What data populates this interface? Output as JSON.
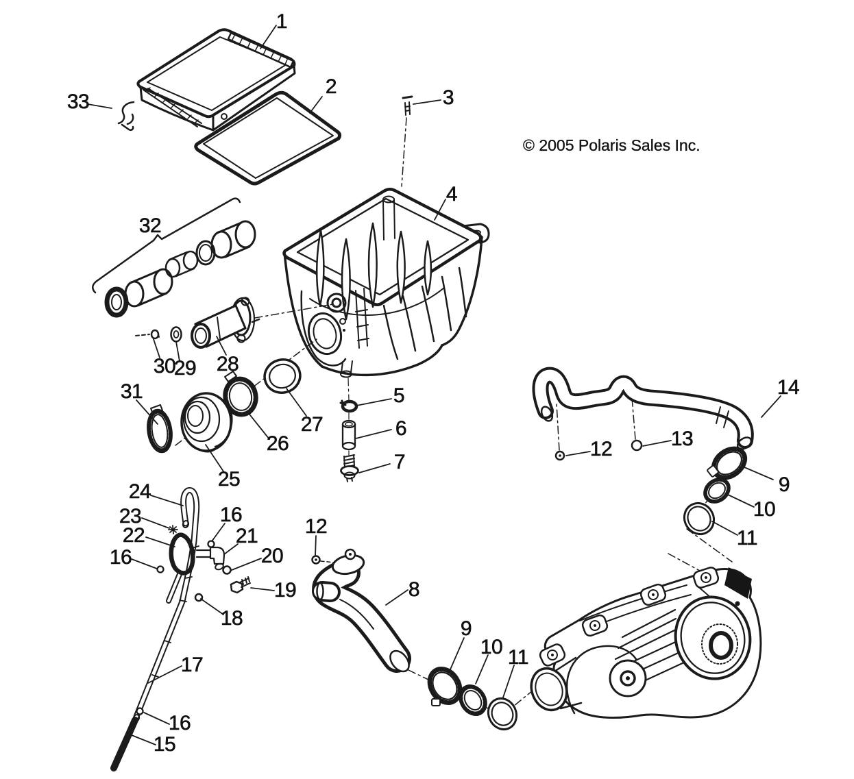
{
  "copyright": "© 2005 Polaris Sales Inc.",
  "callouts": [
    {
      "label": "1"
    },
    {
      "label": "2"
    },
    {
      "label": "3"
    },
    {
      "label": "33"
    },
    {
      "label": "4"
    },
    {
      "label": "32"
    },
    {
      "label": "30"
    },
    {
      "label": "29"
    },
    {
      "label": "28"
    },
    {
      "label": "31"
    },
    {
      "label": "27"
    },
    {
      "label": "26"
    },
    {
      "label": "25"
    },
    {
      "label": "5"
    },
    {
      "label": "6"
    },
    {
      "label": "7"
    },
    {
      "label": "14"
    },
    {
      "label": "12"
    },
    {
      "label": "13"
    },
    {
      "label": "9"
    },
    {
      "label": "10"
    },
    {
      "label": "11"
    },
    {
      "label": "24"
    },
    {
      "label": "16"
    },
    {
      "label": "23"
    },
    {
      "label": "21"
    },
    {
      "label": "22"
    },
    {
      "label": "12"
    },
    {
      "label": "20"
    },
    {
      "label": "16"
    },
    {
      "label": "19"
    },
    {
      "label": "18"
    },
    {
      "label": "8"
    },
    {
      "label": "17"
    },
    {
      "label": "9"
    },
    {
      "label": "10"
    },
    {
      "label": "11"
    },
    {
      "label": "16"
    },
    {
      "label": "15"
    }
  ]
}
